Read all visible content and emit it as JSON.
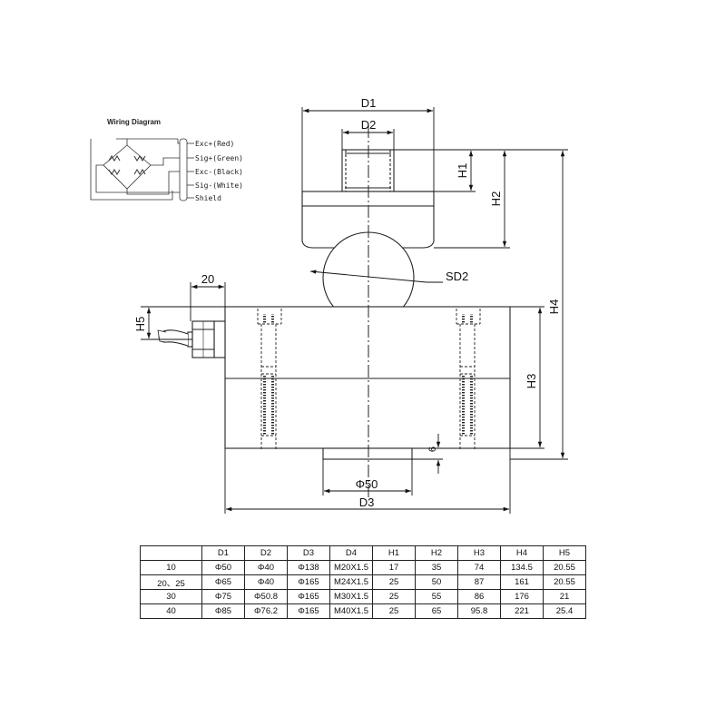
{
  "wiring": {
    "title": "Wiring Diagram",
    "wires": [
      "Exc+(Red)",
      "Sig+(Green)",
      "Exc-(Black)",
      "Sig-(White)",
      "Shield"
    ]
  },
  "dimensions": {
    "d1": "D1",
    "d2": "D2",
    "h1": "H1",
    "h2": "H2",
    "sd2": "SD2",
    "h4": "H4",
    "w20": "20",
    "h5": "H5",
    "h3": "H3",
    "six": "6",
    "phi50": "Φ50",
    "d3": "D3"
  },
  "table": {
    "headers": [
      "",
      "D1",
      "D2",
      "D3",
      "D4",
      "H1",
      "H2",
      "H3",
      "H4",
      "H5"
    ],
    "rows": [
      [
        "10",
        "Φ50",
        "Φ40",
        "Φ138",
        "M20X1.5",
        "17",
        "35",
        "74",
        "134.5",
        "20.55"
      ],
      [
        "20、25",
        "Φ65",
        "Φ40",
        "Φ165",
        "M24X1.5",
        "25",
        "50",
        "87",
        "161",
        "20.55"
      ],
      [
        "30",
        "Φ75",
        "Φ50.8",
        "Φ165",
        "M30X1.5",
        "25",
        "55",
        "86",
        "176",
        "21"
      ],
      [
        "40",
        "Φ85",
        "Φ76.2",
        "Φ165",
        "M40X1.5",
        "25",
        "65",
        "95.8",
        "221",
        "25.4"
      ]
    ]
  },
  "colors": {
    "line": "#222222",
    "body": "#ffffff"
  }
}
